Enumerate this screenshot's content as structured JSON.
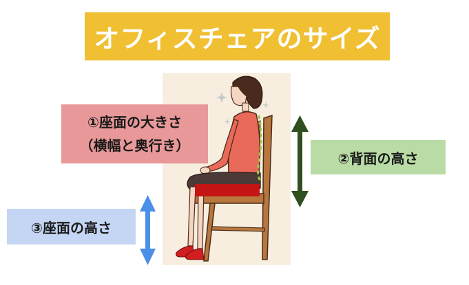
{
  "title": "オフィスチェアのサイズ",
  "labels": {
    "seat_size_line1": "①座面の大きさ",
    "seat_size_line2": "（横幅と奥行き）",
    "back_height": "②背面の高さ",
    "seat_height": "③座面の高さ"
  },
  "colors": {
    "title_bg": "#f0bf32",
    "seat_size_bg": "#e89898",
    "back_height_bg": "#b9dba5",
    "seat_height_bg": "#c5d6f4",
    "back_arrow": "#2f4f1e",
    "seat_arrow": "#4a8fe8",
    "seat_highlight": "#c41414",
    "backrest_line": "#9acb45"
  },
  "icons": [
    "double-arrow-vertical-dark-green",
    "double-arrow-vertical-blue"
  ]
}
